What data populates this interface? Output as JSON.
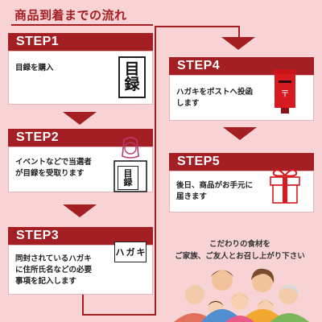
{
  "title": "商品到着までの流れ",
  "steps": [
    {
      "label": "STEP1",
      "text_lines": [
        "目録を購入"
      ],
      "icon": "catalog-icon",
      "icon_text": [
        "目",
        "録"
      ]
    },
    {
      "label": "STEP2",
      "text_lines": [
        "イベントなどで当選者",
        "が目録を受取ります"
      ],
      "icon": "person-holding-catalog-icon",
      "icon_text": [
        "目",
        "録"
      ]
    },
    {
      "label": "STEP3",
      "text_lines": [
        "同封されているハガキ",
        "に住所氏名などの必要",
        "事項を記入します"
      ],
      "icon": "postcard-icon",
      "icon_text": [
        "ハ",
        "ガ",
        "キ"
      ]
    },
    {
      "label": "STEP4",
      "text_lines": [
        "ハガキをポストへ投函",
        "します"
      ],
      "icon": "post-box-icon"
    },
    {
      "label": "STEP5",
      "text_lines": [
        "後日、商品がお手元に",
        "届きます"
      ],
      "icon": "gift-box-icon"
    }
  ],
  "note_lines": [
    "こだわりの食材を",
    "ご家族、ご友人とお召し上がり下さい"
  ],
  "colors": {
    "accent": "#a31f24",
    "background": "#f7d3d5",
    "box": "#ffffff"
  }
}
